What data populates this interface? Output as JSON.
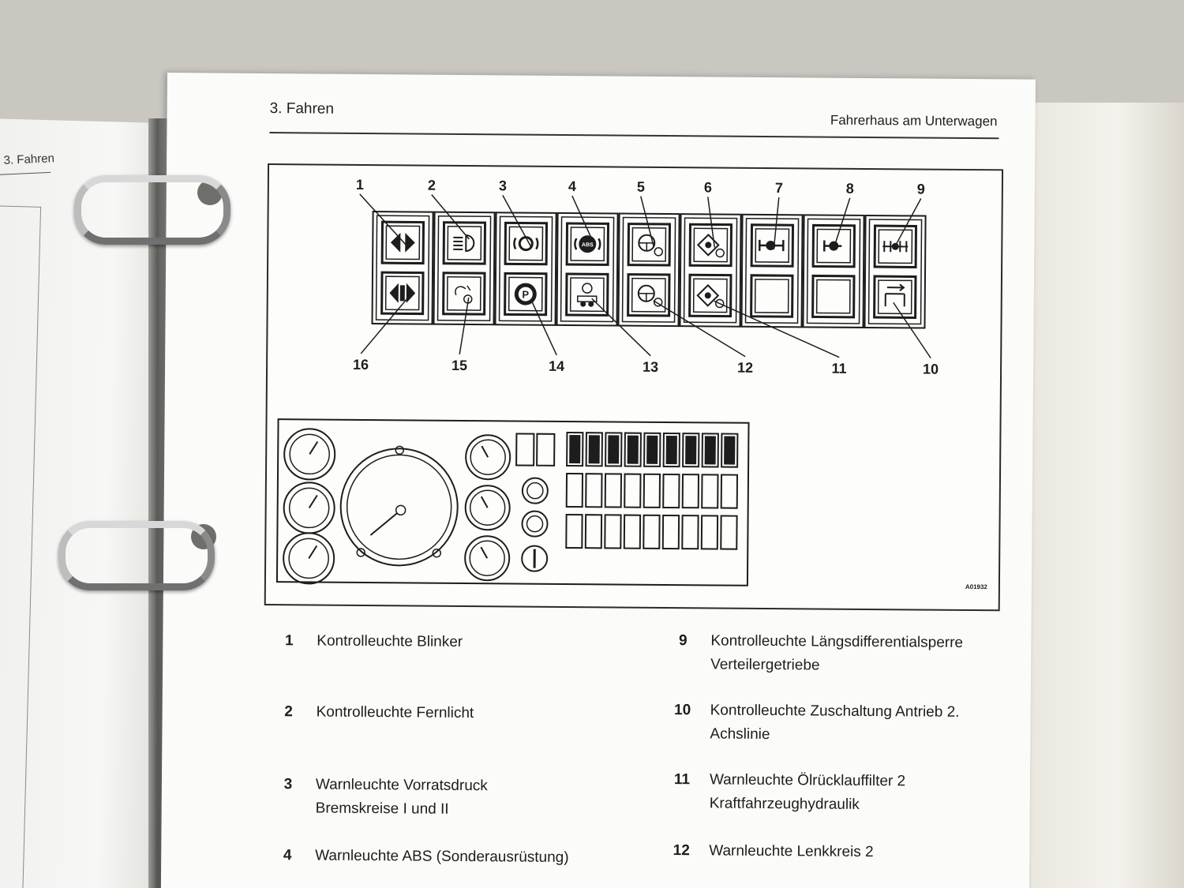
{
  "left_page": {
    "header": "3. Fahren"
  },
  "page": {
    "header_left": "3. Fahren",
    "header_right": "Fahrerhaus am Unterwagen",
    "figure_code": "A01932"
  },
  "figure": {
    "top_callouts": [
      "1",
      "2",
      "3",
      "4",
      "5",
      "6",
      "7",
      "8",
      "9"
    ],
    "bottom_callouts": [
      "16",
      "15",
      "14",
      "13",
      "12",
      "11",
      "10"
    ],
    "abs_label": "ABS",
    "parking_label": "P"
  },
  "legend": [
    {
      "num": "1",
      "text": "Kontrolleuchte Blinker"
    },
    {
      "num": "2",
      "text": "Kontrolleuchte Fernlicht"
    },
    {
      "num": "3",
      "text": "Warnleuchte Vorratsdruck Bremskreise I und II"
    },
    {
      "num": "4",
      "text": "Warnleuchte ABS (Sonderausrüstung)"
    },
    {
      "num": "9",
      "text": "Kontrolleuchte Längsdifferentialsperre Verteilergetriebe"
    },
    {
      "num": "10",
      "text": "Kontrolleuchte Zuschaltung Antrieb 2. Achslinie"
    },
    {
      "num": "11",
      "text": "Warnleuchte Ölrücklauffilter 2 Kraftfahrzeughydraulik"
    },
    {
      "num": "12",
      "text": "Warnleuchte Lenkkreis 2"
    }
  ]
}
